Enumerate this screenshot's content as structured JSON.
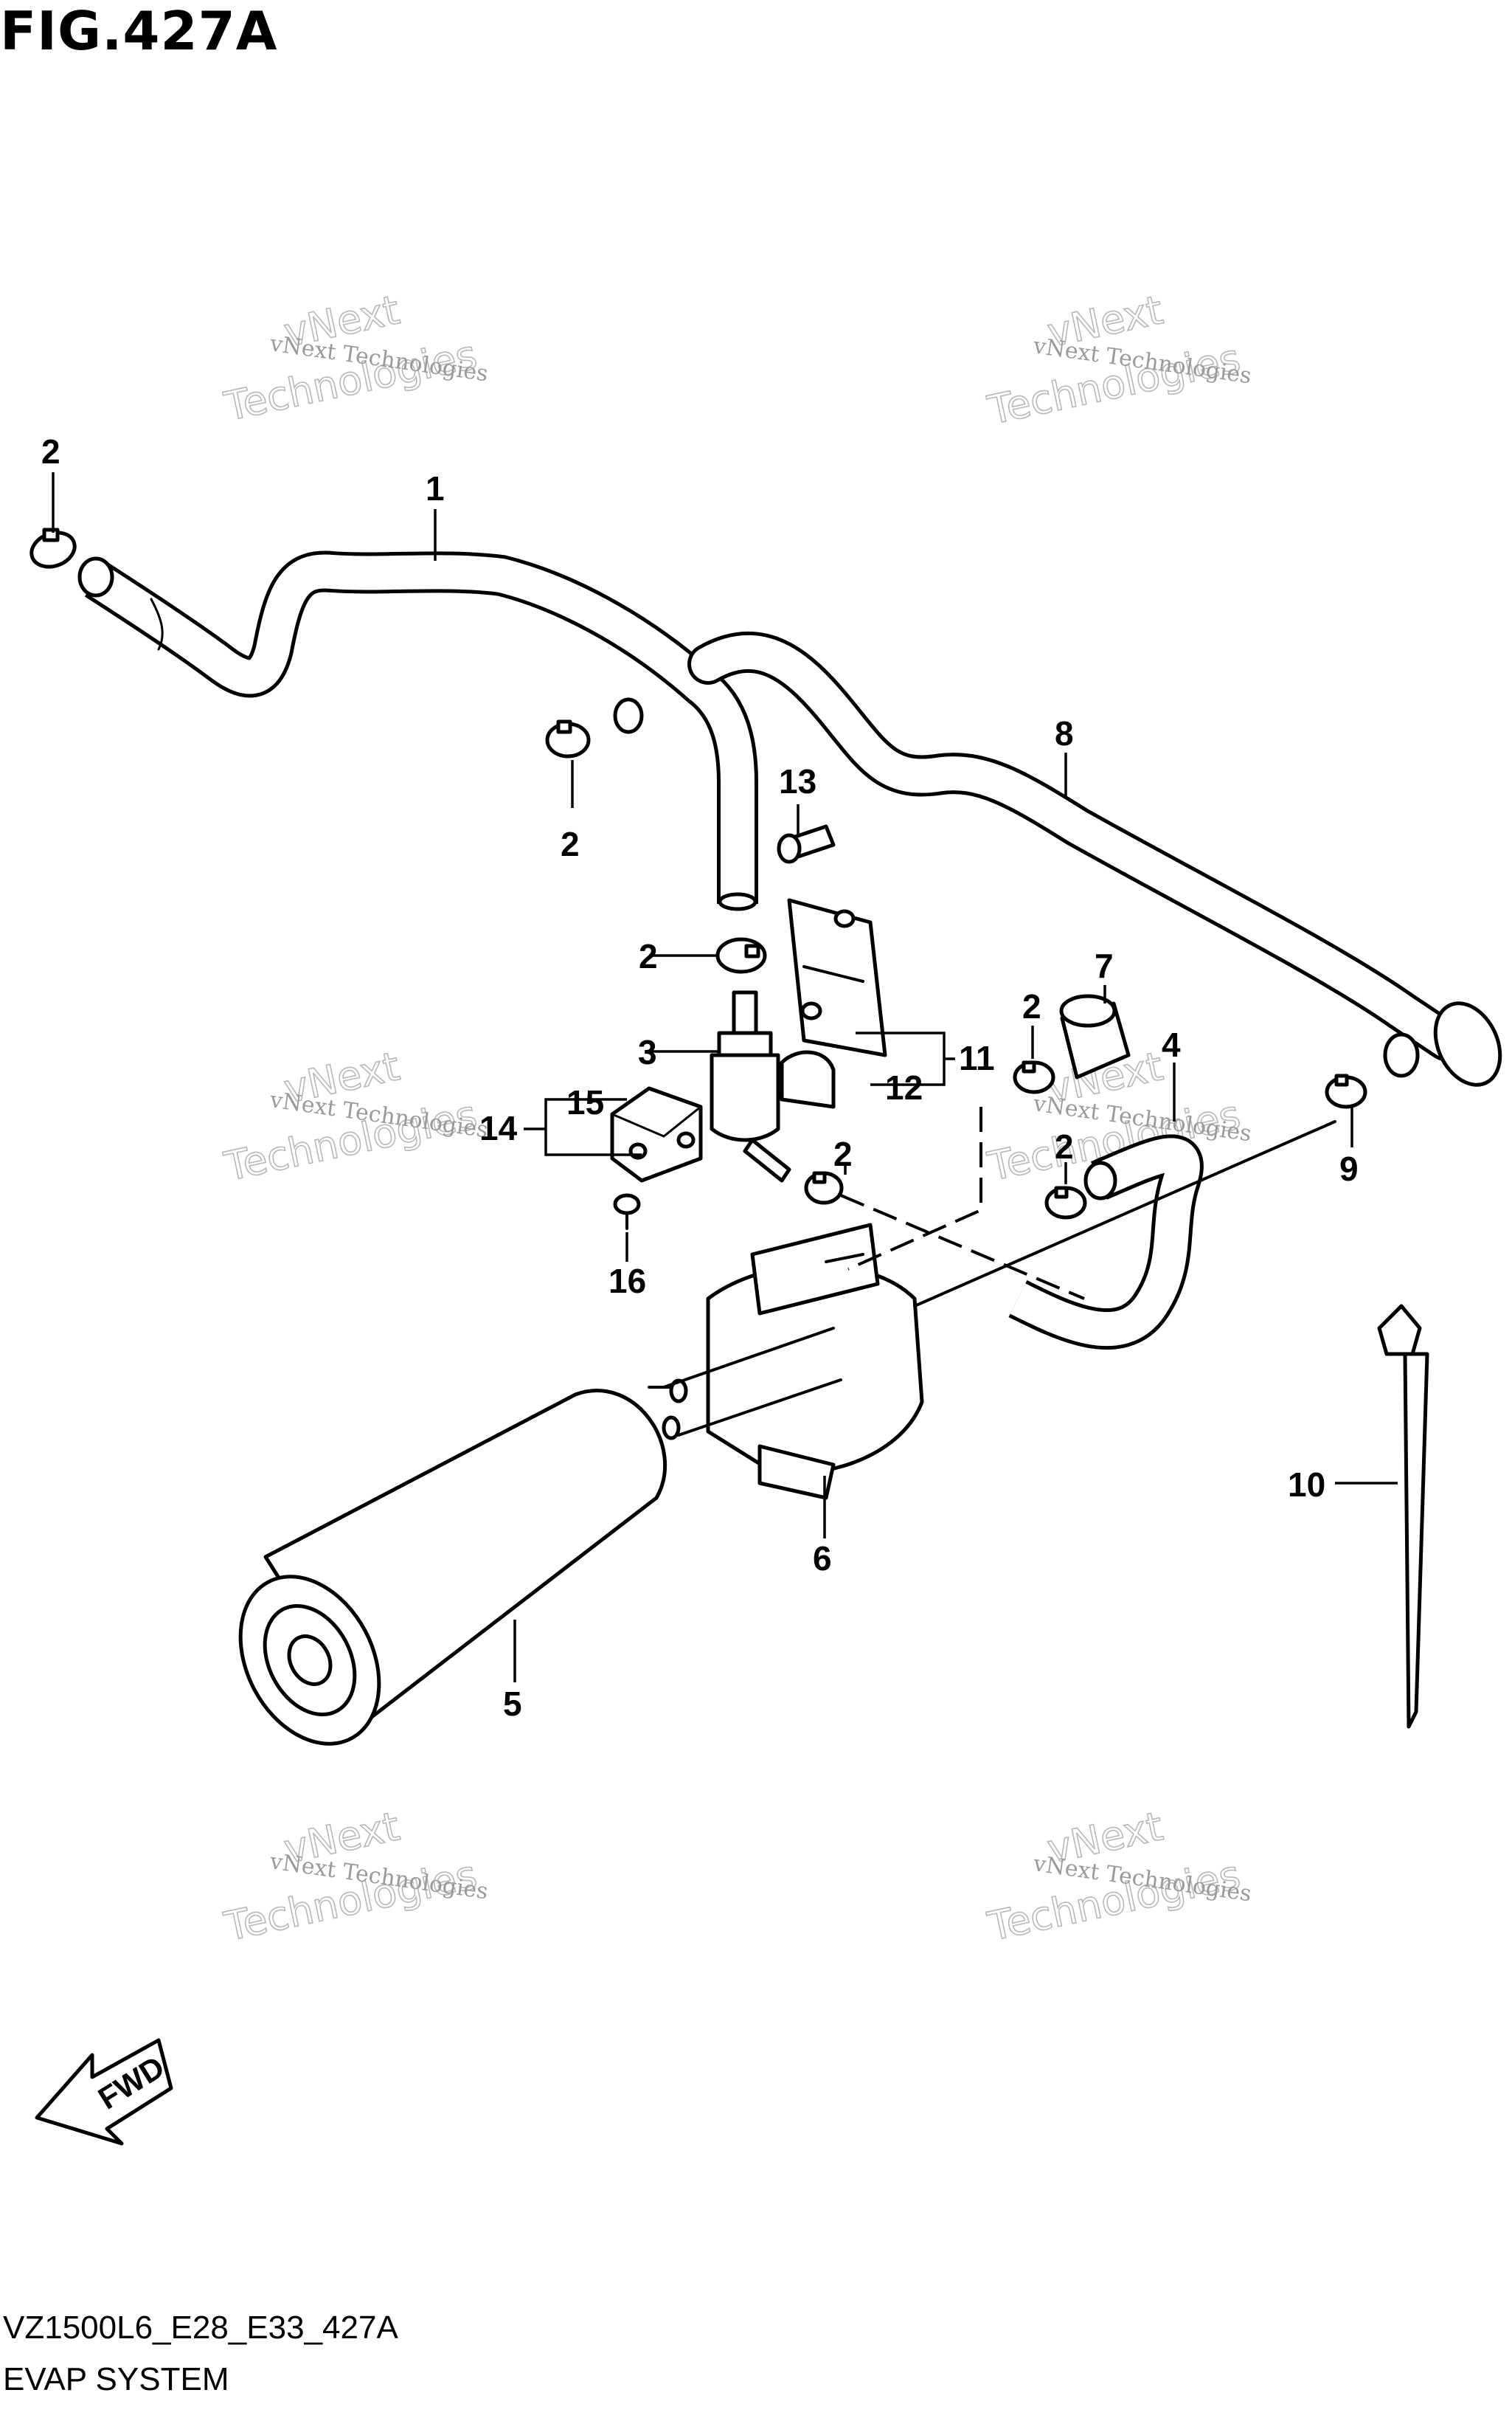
{
  "figure": {
    "title": "FIG.427A",
    "model_code": "VZ1500L6_E28_E33_427A",
    "caption": "EVAP SYSTEM",
    "direction_label": "FWD"
  },
  "watermark": {
    "small_text": "vNext Technologies",
    "big_word_1": "vNext",
    "big_word_2": "Technologies"
  },
  "callouts": {
    "c1": "1",
    "c2a": "2",
    "c2b": "2",
    "c2c": "2",
    "c2d": "2",
    "c2e": "2",
    "c2f": "2",
    "c3": "3",
    "c4": "4",
    "c5": "5",
    "c6": "6",
    "c7": "7",
    "c8": "8",
    "c9": "9",
    "c10": "10",
    "c11": "11",
    "c12": "12",
    "c13": "13",
    "c14": "14",
    "c15": "15",
    "c16": "16"
  }
}
